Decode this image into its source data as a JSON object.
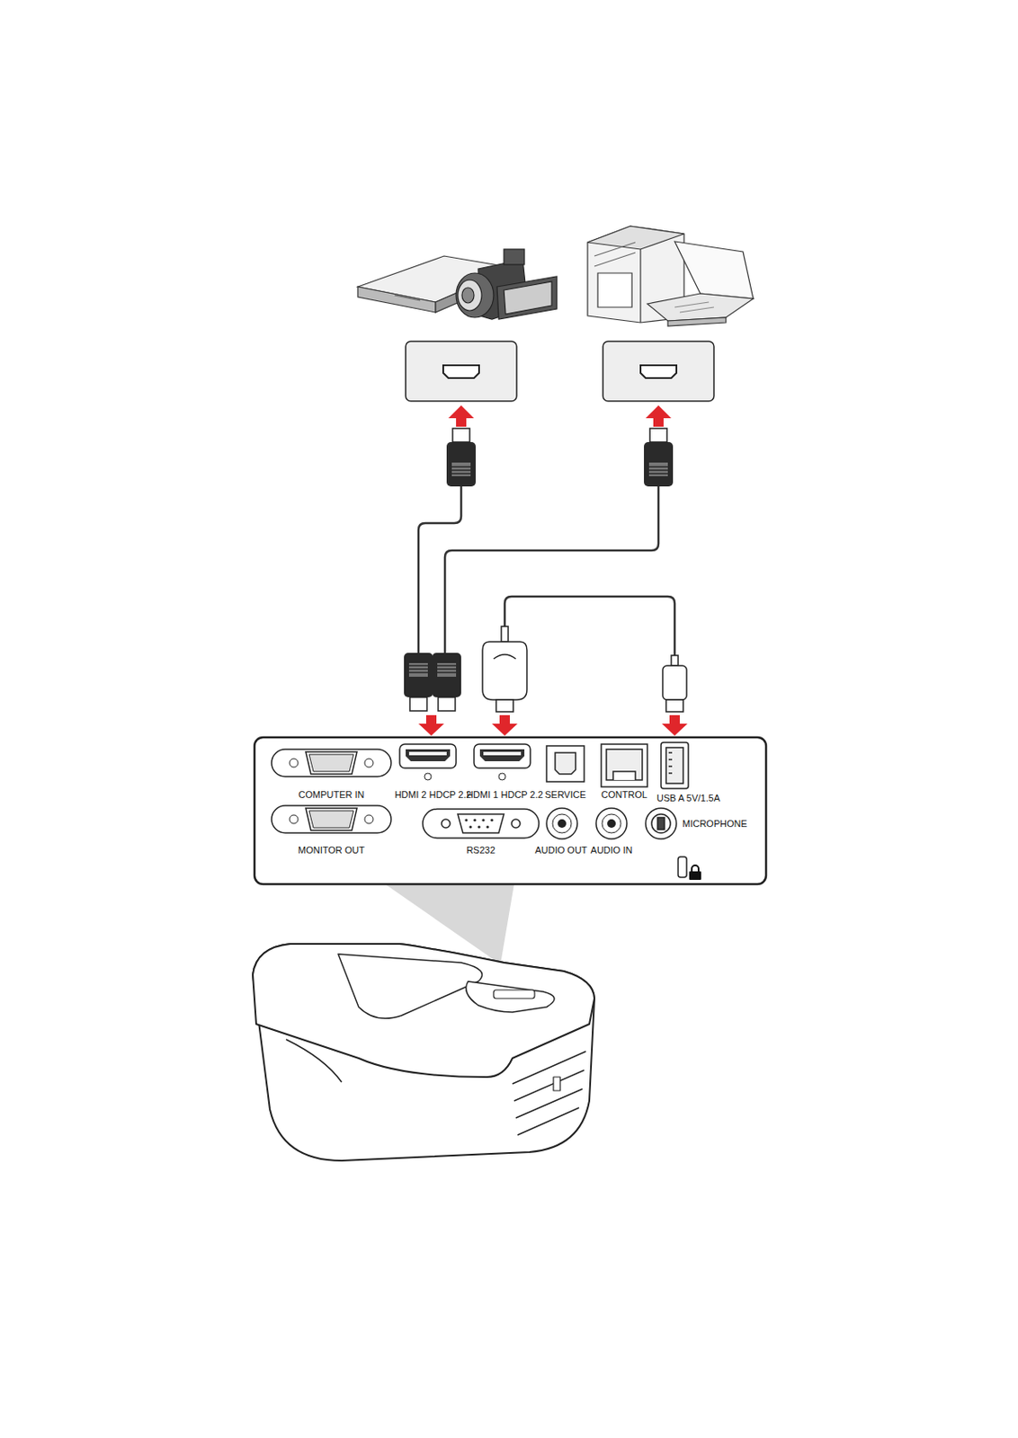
{
  "diagram": {
    "labels": [
      "COMPUTER IN",
      "HDMI 2 HDCP 2.2",
      "HDMI 1 HDCP 2.2",
      "SERVICE",
      "CONTROL",
      "USB A 5V/1.5A",
      "MICROPHONE",
      "MONITOR OUT",
      "RS232",
      "AUDIO OUT",
      "AUDIO IN"
    ]
  }
}
